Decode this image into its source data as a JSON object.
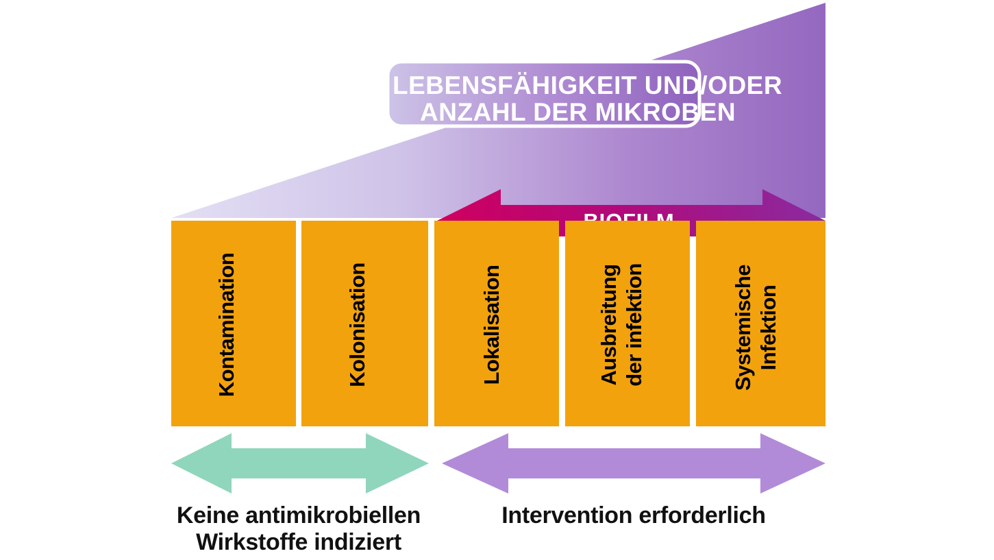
{
  "diagram": {
    "title_banner": {
      "line1": "LEBENSFÄHIGKEIT UND/ODER",
      "line2": "ANZAHL DER MIKROBEN",
      "fill_start": "#c9bfe6",
      "fill_end": "#8e62bd",
      "text_color": "#ffffff",
      "outline_color": "#ffffff"
    },
    "wedge": {
      "name": "microbial-load-wedge",
      "fill_start": "#ded9f2",
      "fill_end": "#9a6fc4"
    },
    "biofilm_arrow": {
      "label": "BIOFILM",
      "fill_start": "#cf0060",
      "fill_end": "#8e2a9e",
      "text_color": "#ffffff"
    },
    "stages": {
      "bar_color": "#f2a20c",
      "label_color": "#000000",
      "items": [
        {
          "id": "kontamination",
          "lines": [
            "Kontamination"
          ]
        },
        {
          "id": "kolonisation",
          "lines": [
            "Kolonisation"
          ]
        },
        {
          "id": "lokalisation",
          "lines": [
            "Lokalisation"
          ]
        },
        {
          "id": "ausbreitung-der-infektion",
          "lines": [
            "Ausbreitung",
            "der infektion"
          ]
        },
        {
          "id": "systemische-infektion",
          "lines": [
            "Systemische",
            "Infektion"
          ]
        }
      ]
    },
    "treatment_bands": [
      {
        "id": "no-antimicrobials",
        "arrow_color": "#8fd6bd",
        "caption_lines": [
          "Keine antimikrobiellen",
          "Wirkstoffe indiziert"
        ]
      },
      {
        "id": "intervention-required",
        "arrow_color": "#b18bd8",
        "caption_lines": [
          "Intervention erforderlich"
        ]
      }
    ]
  },
  "chart_data": {
    "type": "diagram",
    "title": "LEBENSFÄHIGKEIT UND/ODER ANZAHL DER MIKROBEN",
    "categories": [
      "Kontamination",
      "Kolonisation",
      "Lokalisation",
      "Ausbreitung der infektion",
      "Systemische Infektion"
    ],
    "annotations": [
      {
        "text": "BIOFILM",
        "spans": [
          "Lokalisation",
          "Systemische Infektion"
        ]
      },
      {
        "text": "Keine antimikrobiellen Wirkstoffe indiziert",
        "spans": [
          "Kontamination",
          "Kolonisation"
        ]
      },
      {
        "text": "Intervention erforderlich",
        "spans": [
          "Lokalisation",
          "Systemische Infektion"
        ]
      }
    ],
    "xlabel": "",
    "ylabel": "LEBENSFÄHIGKEIT UND/ODER ANZAHL DER MIKROBEN",
    "grid": false,
    "legend": "none"
  }
}
